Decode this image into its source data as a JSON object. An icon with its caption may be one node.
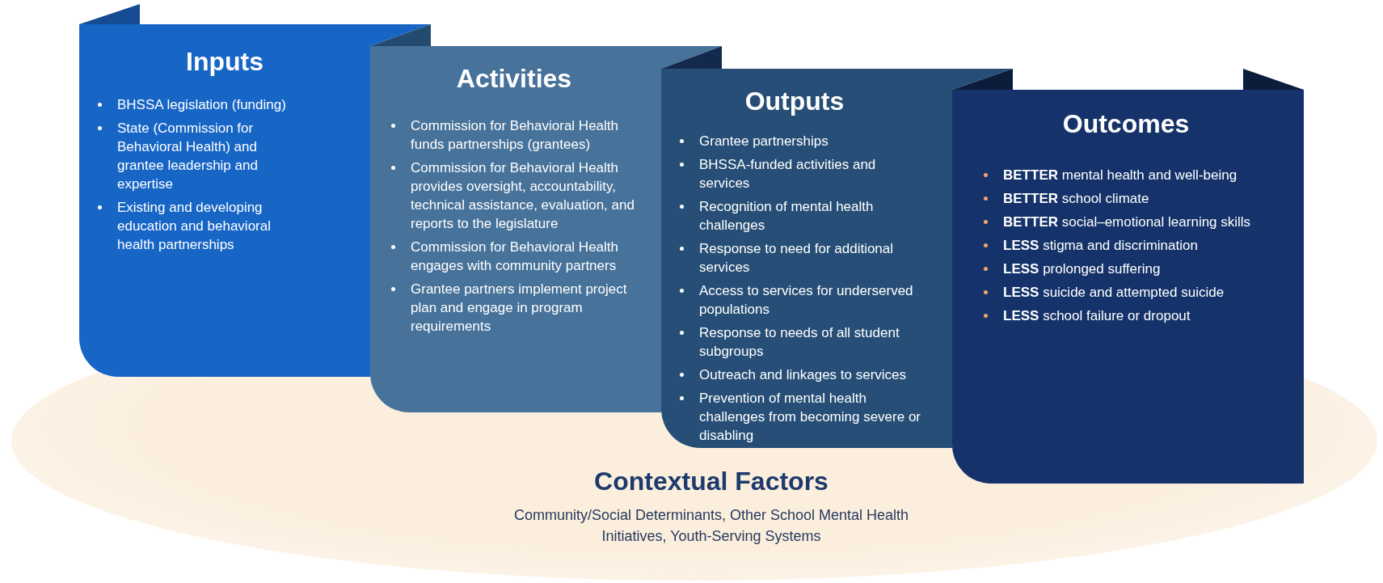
{
  "diagram": {
    "nodes": [
      {
        "text": [
          "Inputs",
          "BHSSA legislation (funding)",
          "State (Commission for Behavioral Health) and grantee leadership and expertise",
          "Existing and developing education and behavioral health partnerships"
        ]
      },
      {
        "text": [
          "Activities",
          "Commission for Behavioral Health funds partnerships (grantees)",
          "Commission for Behavioral Health provides oversight, accountability, technical assistance, evaluation, and reports to the legislature",
          "Commission for Behavioral Health engages with community partners",
          "Grantee partners implement project plan and engage in program requirements"
        ]
      },
      {
        "text": [
          "Outputs",
          "Grantee partnerships",
          "BHSSA-funded activities and services",
          "Recognition of mental health challenges",
          "Response to need for additional services",
          "Access to services for underserved populations",
          "Response to needs of all student subgroups",
          "Outreach and linkages to services",
          "Prevention of mental health challenges from becoming severe or disabling"
        ]
      },
      {
        "text": [
          "Outcomes",
          "**BETTER** mental health and well-being",
          "**BETTER** school climate",
          "**BETTER** social–emotional learning skills",
          "**LESS** stigma and discrimination",
          "**LESS** prolonged suffering",
          "**LESS** suicide and attempted suicide",
          "**LESS** school failure or dropout"
        ]
      },
      {
        "text": [
          "Contextual Factors",
          "Community/Social Determinants, Other School Mental Health Initiatives, Youth-Serving Systems"
        ]
      }
    ]
  }
}
